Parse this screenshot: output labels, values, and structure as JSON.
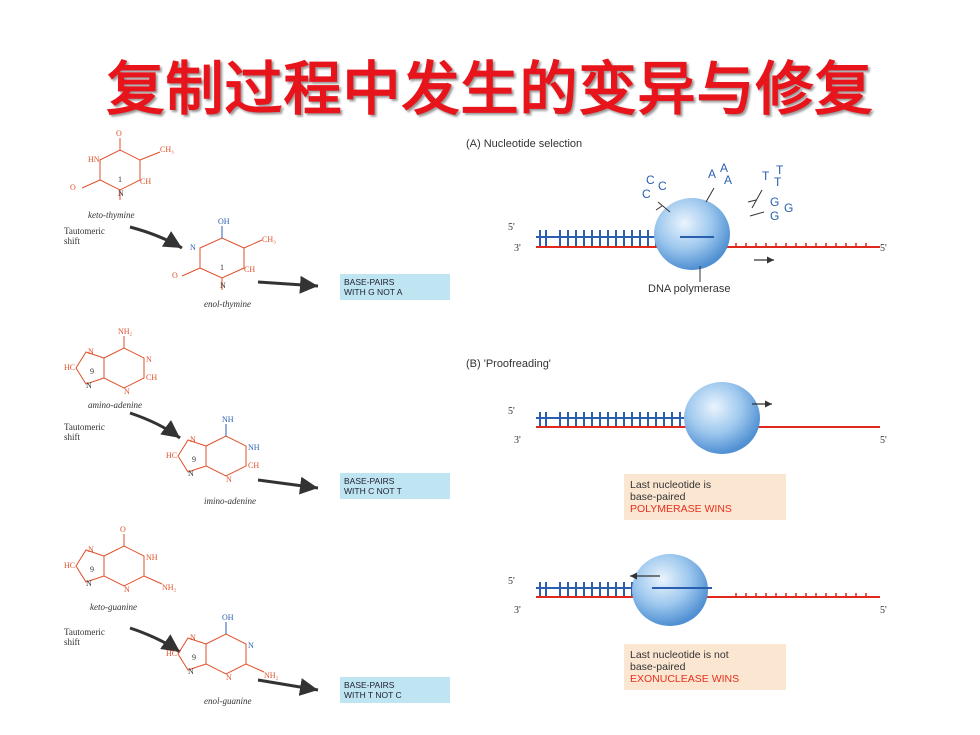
{
  "title": "复制过程中发生的变异与修复",
  "left": {
    "thymine": {
      "keto_label": "keto-thymine",
      "shift_label_1": "Tautomeric",
      "shift_label_2": "shift",
      "enol_label": "enol-thymine",
      "box_line1": "BASE-PAIRS",
      "box_line2": "WITH G NOT A"
    },
    "adenine": {
      "keto_label": "amino-adenine",
      "shift_label_1": "Tautomeric",
      "shift_label_2": "shift",
      "enol_label": "imino-adenine",
      "box_line1": "BASE-PAIRS",
      "box_line2": "WITH C NOT T"
    },
    "guanine": {
      "keto_label": "keto-guanine",
      "shift_label_1": "Tautomeric",
      "shift_label_2": "shift",
      "enol_label": "enol-guanine",
      "box_line1": "BASE-PAIRS",
      "box_line2": "WITH T NOT C"
    }
  },
  "right": {
    "panel_a_title": "(A) Nucleotide selection",
    "panel_b_title": "(B) 'Proofreading'",
    "polymerase_label": "DNA polymerase",
    "five_prime": "5'",
    "three_prime": "3'",
    "note1_line1": "Last nucleotide is",
    "note1_line2": "base-paired",
    "note1_line3": "POLYMERASE WINS",
    "note2_line1": "Last nucleotide is not",
    "note2_line2": "base-paired",
    "note2_line3": "EXONUCLEASE WINS"
  },
  "colors": {
    "title": "#e8141b",
    "red_strand": "#e0281c",
    "blue_strand": "#2a5fb0",
    "box_blue": "#bfe4f2",
    "note_peach": "#fbe6d2",
    "enol_blue": "#2a5fb0",
    "keto_red": "#e0502a"
  }
}
